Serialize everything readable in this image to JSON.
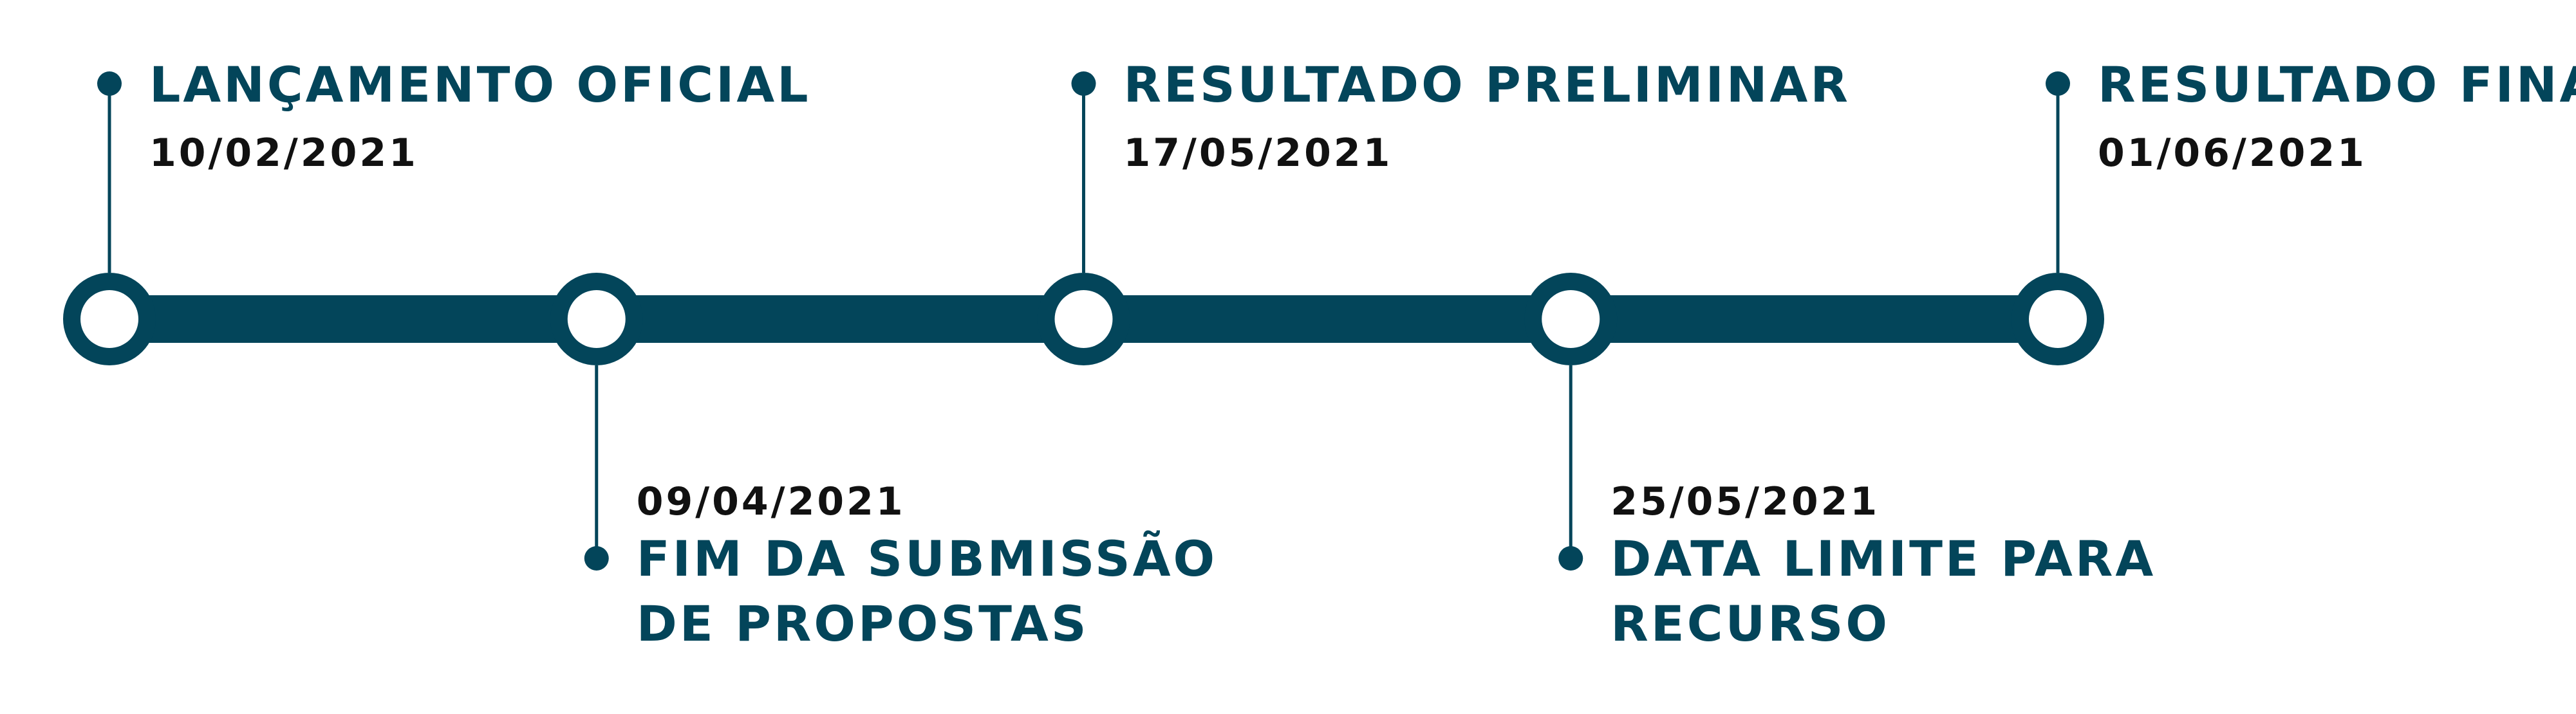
{
  "colors": {
    "primary": "#03455a",
    "date_text": "#111111",
    "background": "#ffffff"
  },
  "events": [
    {
      "title_lines": [
        "LANÇAMENTO OFICIAL"
      ],
      "date": "10/02/2021",
      "label_side": "above"
    },
    {
      "title_lines": [
        "FIM DA SUBMISSÃO",
        "DE PROPOSTAS"
      ],
      "date": "09/04/2021",
      "label_side": "below"
    },
    {
      "title_lines": [
        "RESULTADO PRELIMINAR"
      ],
      "date": "17/05/2021",
      "label_side": "above"
    },
    {
      "title_lines": [
        "DATA LIMITE PARA",
        "RECURSO"
      ],
      "date": "25/05/2021",
      "label_side": "below"
    },
    {
      "title_lines": [
        "RESULTADO FINAL"
      ],
      "date": "01/06/2021",
      "label_side": "above"
    }
  ]
}
